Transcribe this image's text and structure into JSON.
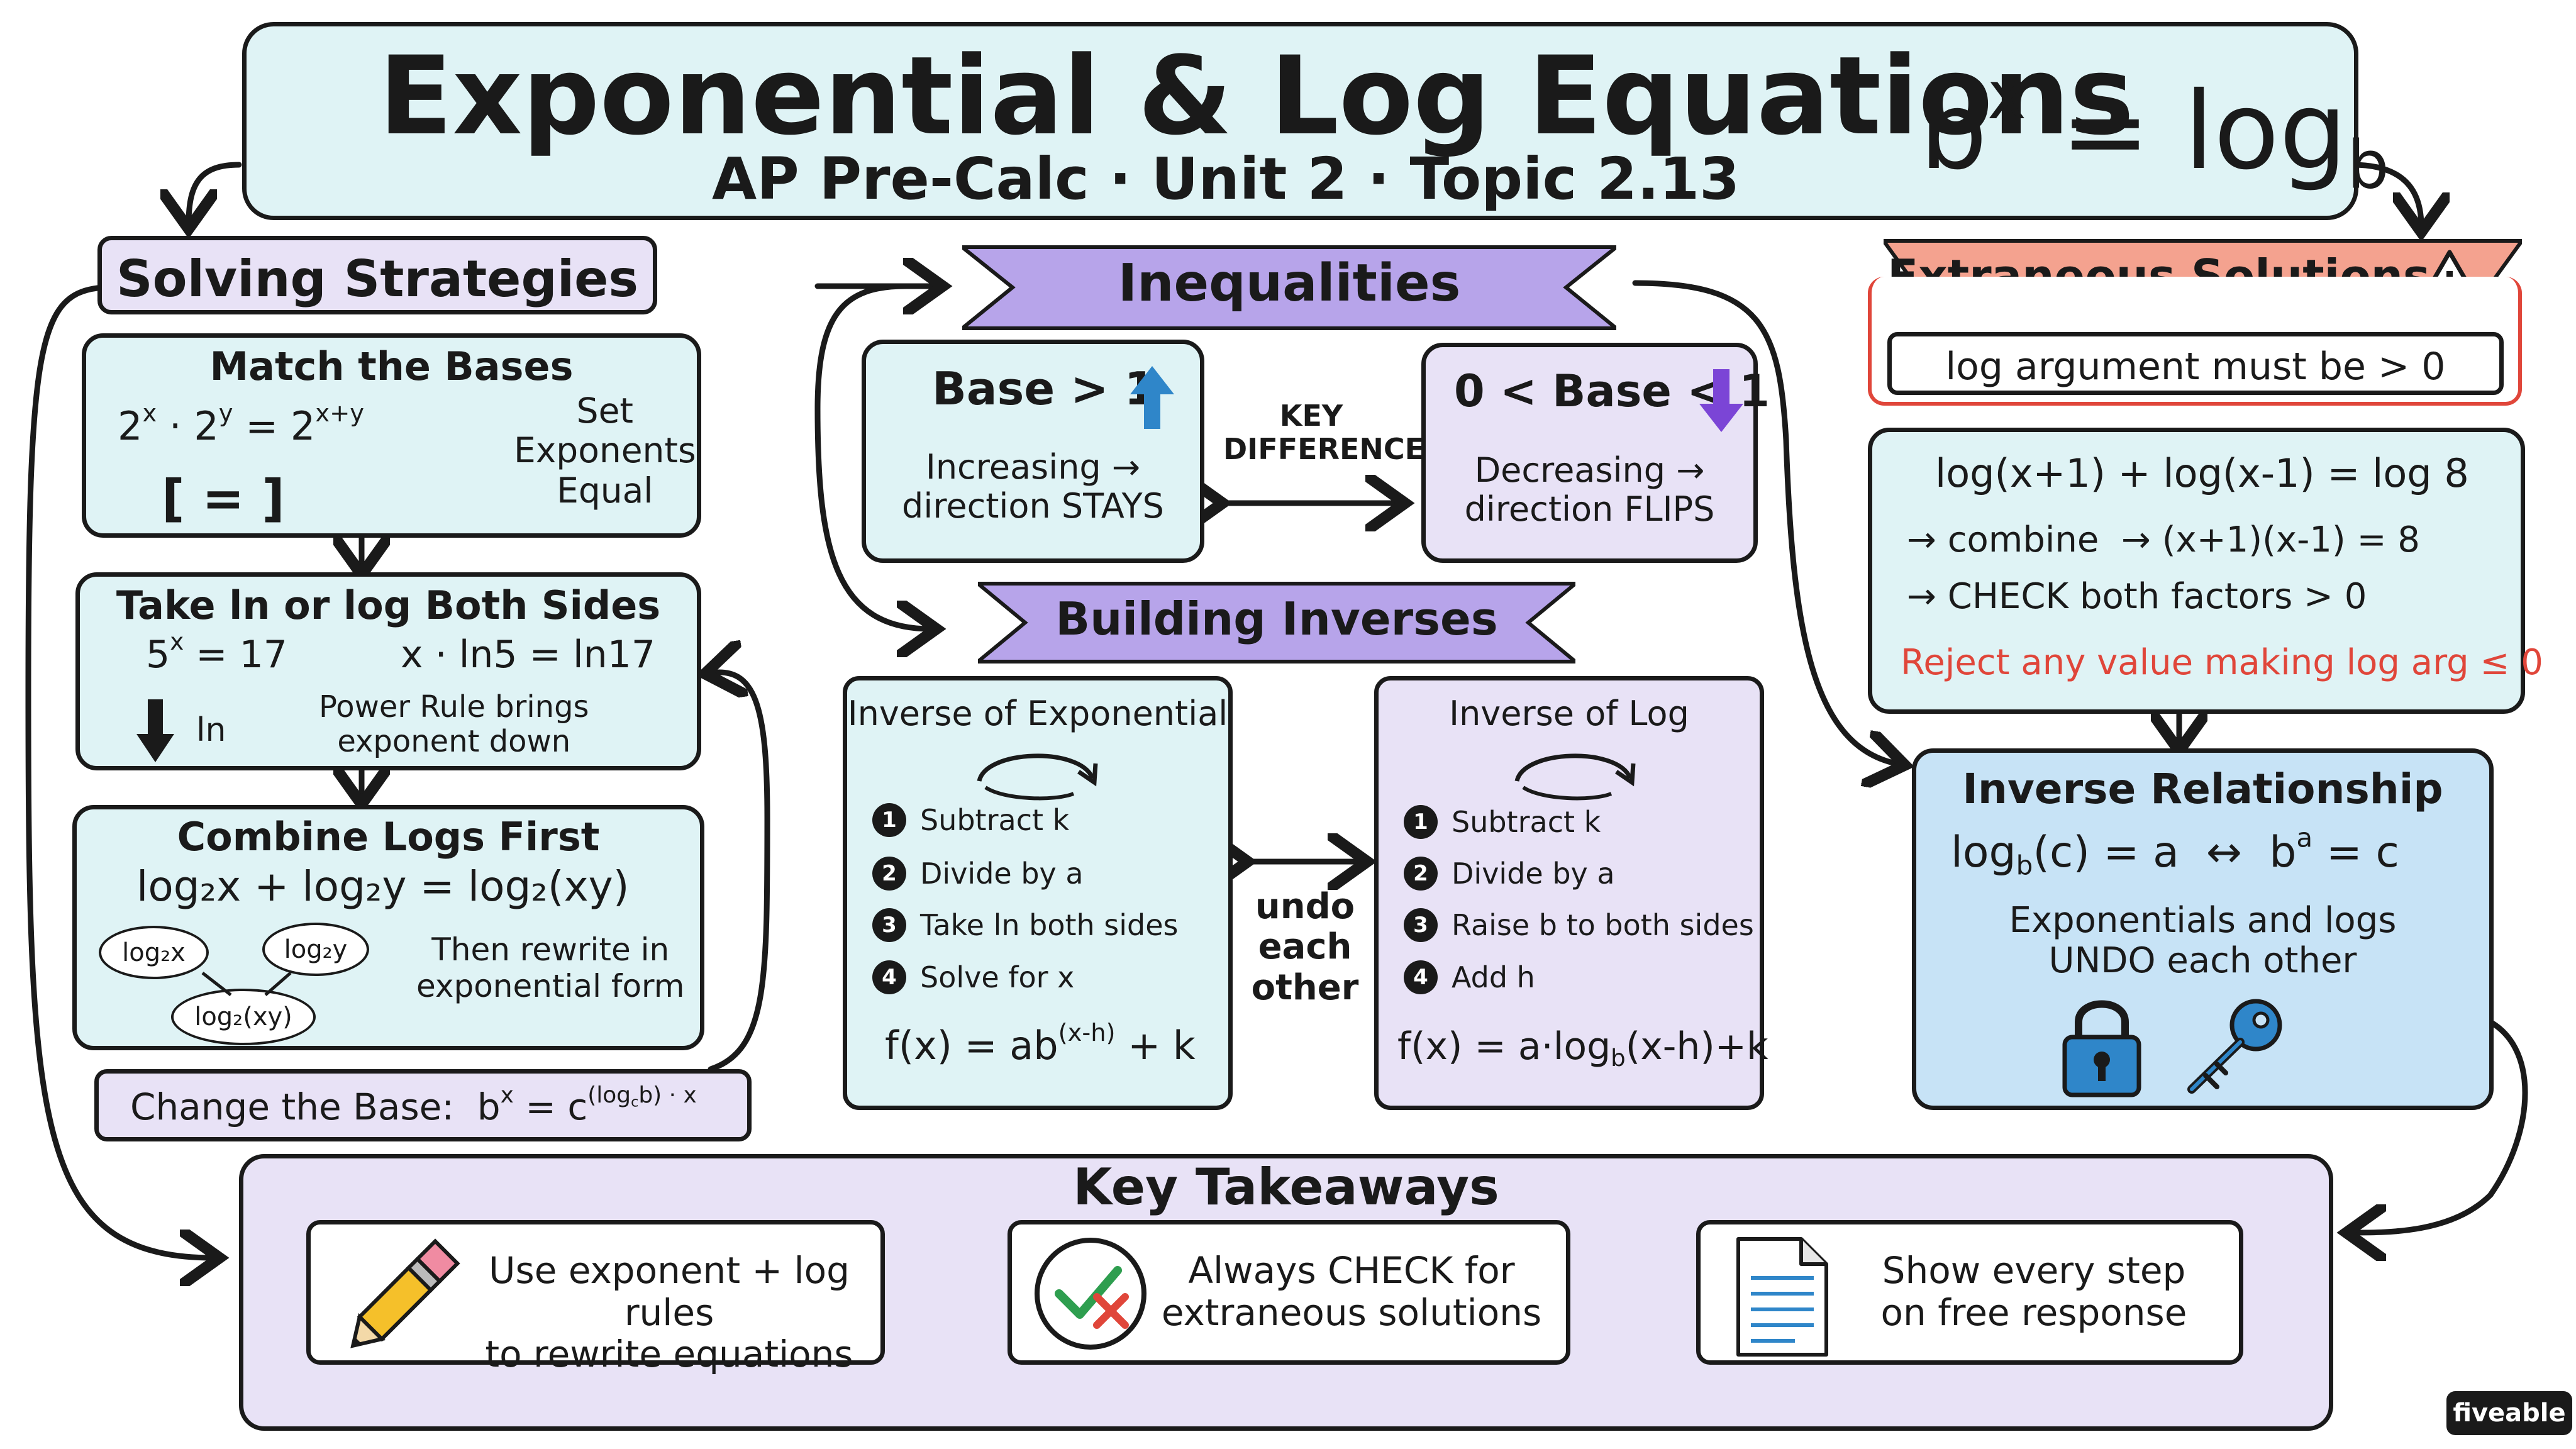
{
  "header": {
    "title": "Exponential & Log Equations",
    "subtitle": "AP Pre-Calc · Unit 2 · Topic 2.13",
    "formula_base": "b",
    "formula_exp": "x",
    "formula_eq": "=",
    "formula_log": "log",
    "formula_sub": "b"
  },
  "solving": {
    "title": "Solving Strategies",
    "match": {
      "title": "Match the Bases",
      "eq_part1": "2",
      "eq_sup1": "x",
      "eq_mid": " · 2",
      "eq_sup2": "y",
      "eq_part2": " = 2",
      "eq_sup3": "x+y",
      "note": "Set\nExponents\nEqual",
      "symbol": "[ = ]"
    },
    "take": {
      "title": "Take ln or log Both Sides",
      "eq_left_base": "5",
      "eq_left_sup": "x",
      "eq_left_rest": " = 17",
      "eq_right": "x · ln5 = ln17",
      "arrow_label": "ln",
      "note": "Power Rule brings\nexponent down"
    },
    "combine": {
      "title": "Combine Logs First",
      "equation": "log₂x + log₂y = log₂(xy)",
      "bubble1": "log₂x",
      "bubble2": "log₂y",
      "bubble3": "log₂(xy)",
      "note": "Then rewrite in\nexponential form"
    },
    "change_base": {
      "label": "Change the Base:",
      "formula_b": "b",
      "formula_bsup": "x",
      "formula_eq": " = c",
      "formula_csup": "(log",
      "formula_csub": "c",
      "formula_csup2": "b) · x"
    }
  },
  "inequalities": {
    "title": "Inequalities",
    "left": {
      "title": "Base > 1",
      "text": "Increasing →\ndirection STAYS"
    },
    "key": "KEY\nDIFFERENCE",
    "right": {
      "title": "0 < Base < 1",
      "text": "Decreasing →\ndirection FLIPS"
    }
  },
  "inverses": {
    "title": "Building Inverses",
    "exp": {
      "title": "Inverse of Exponential",
      "steps": [
        "Subtract k",
        "Divide by a",
        "Take ln both sides",
        "Solve for x"
      ],
      "formula_a": "f(x) = ab",
      "formula_sup": "(x-h)",
      "formula_b": " + k"
    },
    "undo": "undo\neach\nother",
    "log": {
      "title": "Inverse of Log",
      "steps": [
        "Subtract k",
        "Divide by a",
        "Raise b to both sides",
        "Add h"
      ],
      "formula_a": "f(x) = a·log",
      "formula_sub": "b",
      "formula_b": "(x-h)+k"
    }
  },
  "extraneous": {
    "title": "Extraneous Solutions",
    "rule": "log argument must be > 0",
    "example_eq": "log(x+1) + log(x-1) = log 8",
    "step1_a": "→ combine",
    "step1_b": "→ (x+1)(x-1) = 8",
    "step2": "→ CHECK both factors > 0",
    "reject": "Reject any value making log arg ≤ 0"
  },
  "inverse_rel": {
    "title": "Inverse Relationship",
    "formula_left_a": "log",
    "formula_left_sub": "b",
    "formula_left_b": "(c) = a",
    "formula_mid": "↔",
    "formula_right_a": "b",
    "formula_right_sup": "a",
    "formula_right_b": " = c",
    "text": "Exponentials and logs\nUNDO each other"
  },
  "takeaways": {
    "title": "Key Takeaways",
    "items": [
      "Use exponent + log rules\nto rewrite equations",
      "Always CHECK for\nextraneous solutions",
      "Show every step\non free response"
    ]
  },
  "brand": "fiveable",
  "colors": {
    "cyan": "#dff3f5",
    "lavender": "#e8e2f6",
    "purple": "#b7a4ea",
    "blue": "#c7e3f6",
    "red": "#e0463a",
    "arrow_up": "#2f86c9",
    "arrow_down": "#7b45d6"
  },
  "icons": [
    "arrow-up-icon",
    "arrow-down-icon",
    "warning-icon",
    "lock-icon",
    "key-icon",
    "pencil-icon",
    "check-x-icon",
    "document-icon",
    "cycle-arrow-icon"
  ]
}
